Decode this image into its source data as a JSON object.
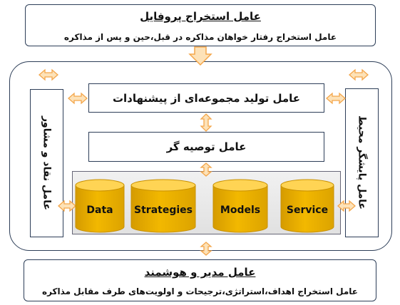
{
  "top_agent": {
    "title": "عامل استخراج پروفایل",
    "subtitle": "عامل استخراج رفتار خواهان مذاکره در قبل،حین و پس از مذاکره"
  },
  "generator_agent": {
    "label": "عامل تولید مجموعه‌ای از پیشنهادات"
  },
  "recommender_agent": {
    "label": "عامل توصیه گر"
  },
  "left_agent": {
    "label": "عامل نقاد و مشاور"
  },
  "right_agent": {
    "label": "عامل پایشگر محیط"
  },
  "components": [
    {
      "label": "Data"
    },
    {
      "label": "Strategies"
    },
    {
      "label": "Models"
    },
    {
      "label": "Service"
    }
  ],
  "bottom_agent": {
    "title": "عامل مدیر و هوشمند",
    "subtitle": "عامل استخراج اهداف،استراتژی،ترجیحات و اولویت‌های طرف مقابل مذاکره"
  },
  "colors": {
    "cylinder_fill": "#f2b800",
    "cylinder_top": "#ffd454",
    "arrow_fill": "#fde2b8",
    "arrow_stroke": "#f4a64a",
    "border": "#2d3e58"
  }
}
